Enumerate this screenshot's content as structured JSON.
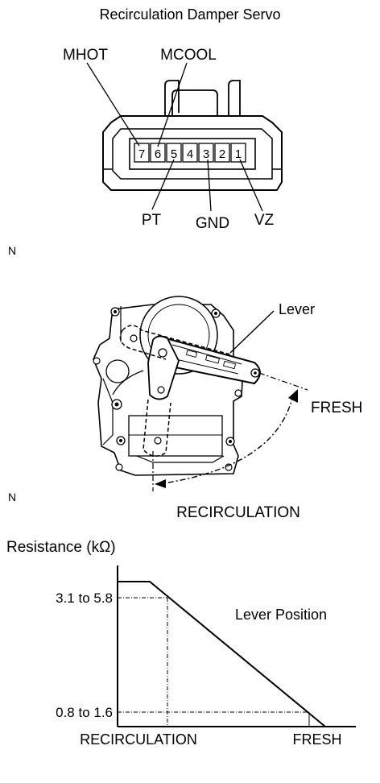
{
  "connector": {
    "title": "Recirculation Damper Servo",
    "pins": [
      "7",
      "6",
      "5",
      "4",
      "3",
      "2",
      "1"
    ],
    "callouts": {
      "mhot": "MHOT",
      "mcool": "MCOOL",
      "pt": "PT",
      "gnd": "GND",
      "vz": "VZ"
    }
  },
  "markers": {
    "first": "N",
    "second": "N"
  },
  "servo": {
    "lever": "Lever",
    "fresh": "FRESH",
    "recirculation": "RECIRCULATION"
  },
  "graph": {
    "y_title": "Resistance (kΩ)",
    "y_labels": [
      "3.1 to 5.8",
      "0.8 to 1.6"
    ],
    "x_labels": [
      "RECIRCULATION",
      "FRESH"
    ],
    "caption": "Lever Position"
  }
}
